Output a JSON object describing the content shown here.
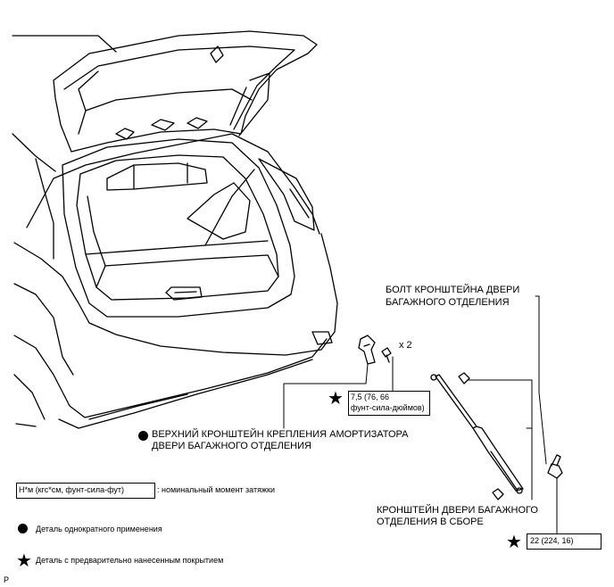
{
  "labels": {
    "upper_bracket_line1": "ВЕРХНИЙ КРОНШТЕЙН КРЕПЛЕНИЯ АМОРТИЗАТОРА",
    "upper_bracket_line2": "ДВЕРИ БАГАЖНОГО ОТДЕЛЕНИЯ",
    "bolt_line1": "БОЛТ КРОНШТЕЙНА ДВЕРИ",
    "bolt_line2": "БАГАЖНОГО ОТДЕЛЕНИЯ",
    "assembly_line1": "КРОНШТЕЙН ДВЕРИ БАГАЖНОГО",
    "assembly_line2": "ОТДЕЛЕНИЯ В СБОРЕ",
    "qty": "x 2",
    "torque_upper_line1": "7,5 (76, 66",
    "torque_upper_line2": "фунт-сила-дюймов)",
    "torque_bolt": "22 (224, 16)"
  },
  "legend": {
    "unit_box": "Н*м (кгс*см, фунт-сила-фут)",
    "unit_desc": ": номинальный момент затяжки",
    "single_use": "Деталь однократного применения",
    "precoated": "Деталь с предварительно нанесенным покрытием"
  },
  "corner_mark": "P"
}
